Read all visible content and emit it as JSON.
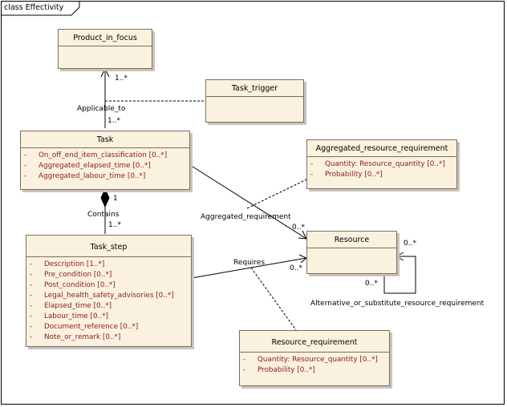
{
  "diagram": {
    "frame_title": "class Effectivity",
    "classes": {
      "product_in_focus": {
        "name": "Product_in_focus",
        "attributes": []
      },
      "task_trigger": {
        "name": "Task_trigger",
        "attributes": []
      },
      "task": {
        "name": "Task",
        "attributes": [
          "On_off_end_item_classification [0..*]",
          "Aggregated_elapsed_time [0..*]",
          "Aggregated_labour_time [0..*]"
        ]
      },
      "aggregated_resource_requirement": {
        "name": "Aggregated_resource_requirement",
        "attributes": [
          "Quantity:  Resource_quantity [0..*]",
          "Probability [0..*]"
        ]
      },
      "resource": {
        "name": "Resource",
        "attributes": []
      },
      "task_step": {
        "name": "Task_step",
        "attributes": [
          "Description [1..*]",
          "Pre_condition [0..*]",
          "Post_condition [0..*]",
          "Legal_health_safety_advisories [0..*]",
          "Elapsed_time [0..*]",
          "Labour_time [0..*]",
          "Document_reference [0..*]",
          "Note_or_remark [0..*]"
        ]
      },
      "resource_requirement": {
        "name": "Resource_requirement",
        "attributes": [
          "Quantity:  Resource_quantity [0..*]",
          "Probability [0..*]"
        ]
      }
    },
    "attribute_prefix": "-",
    "associations": {
      "applicable_to": {
        "name": "Applicable_to",
        "source_mult": "1..*",
        "target_mult": "1..*"
      },
      "contains": {
        "name": "Contains",
        "whole_mult": "1",
        "part_mult": "1..*"
      },
      "aggregated_requirement": {
        "name": "Aggregated_requirement",
        "target_mult": "0..*"
      },
      "requires": {
        "name": "Requires",
        "target_mult": "0..*"
      },
      "alternative": {
        "name": "Alternative_or_substitute_resource_requirement",
        "mult_a": "0..*",
        "mult_b": "0..*"
      }
    }
  }
}
